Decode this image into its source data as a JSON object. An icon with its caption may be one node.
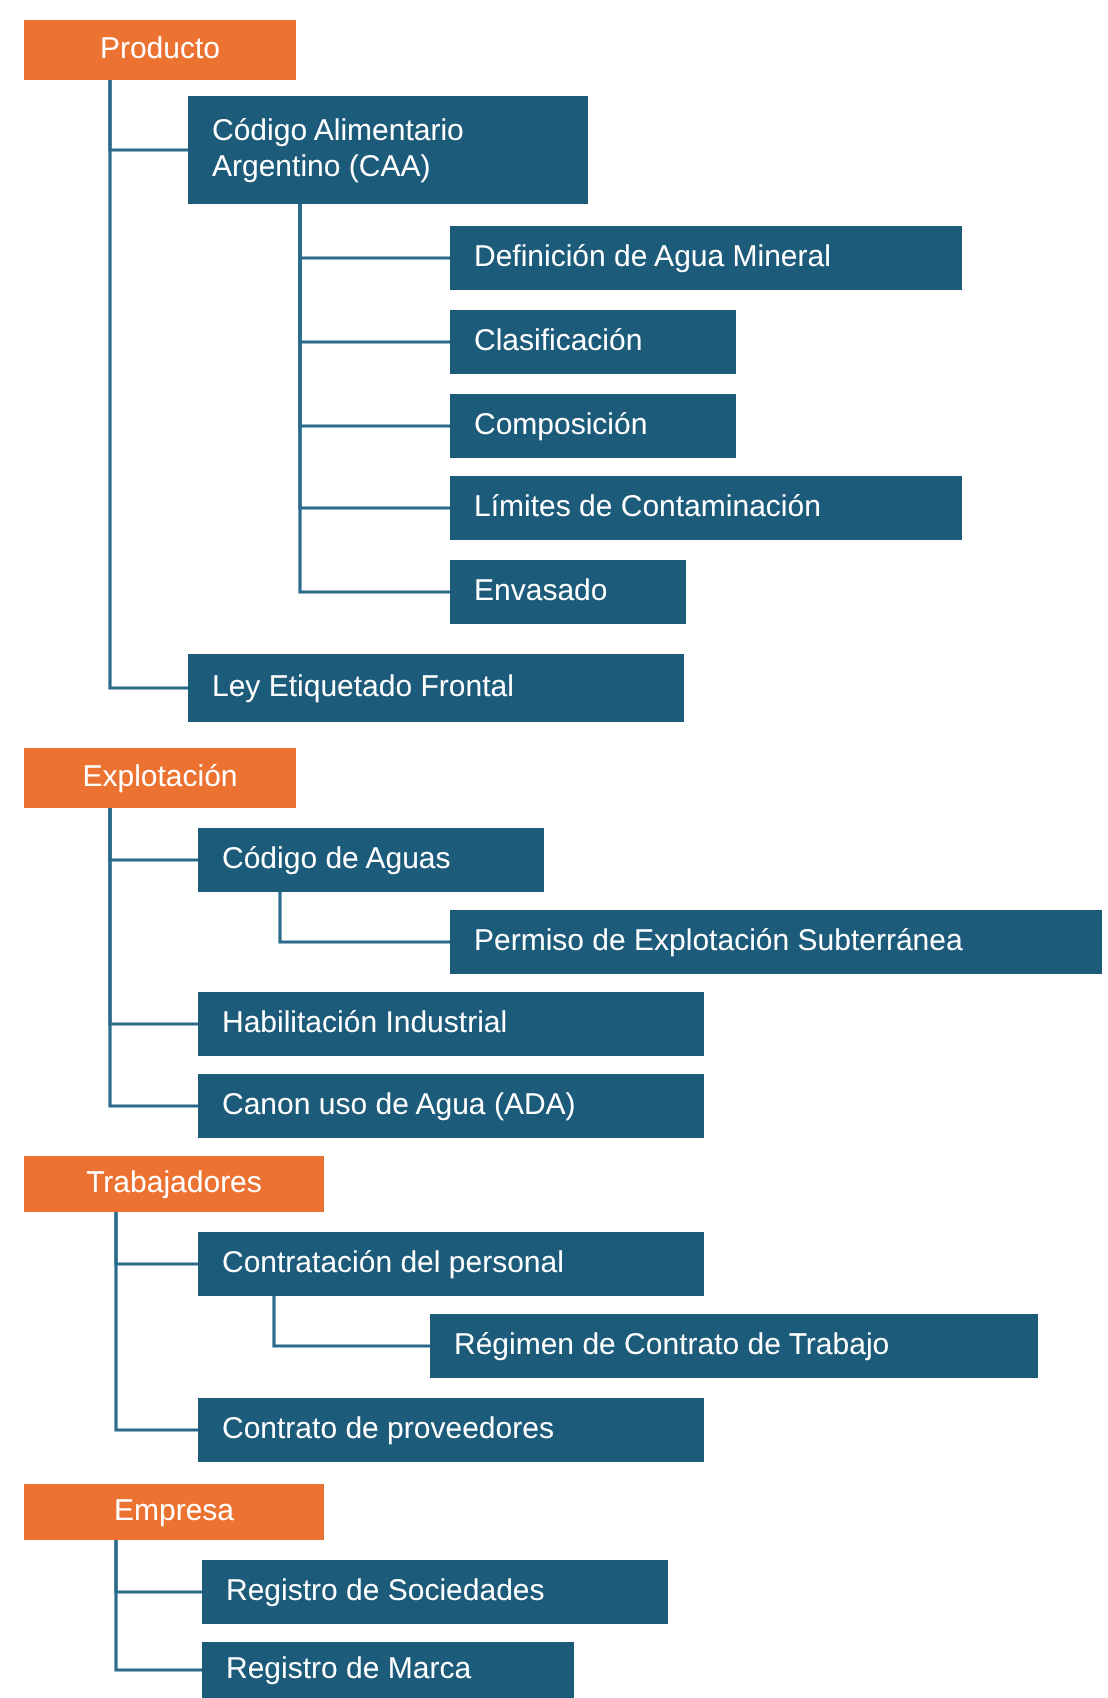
{
  "diagram": {
    "nodes": [
      {
        "text": [
          "Producto"
        ]
      },
      {
        "text": [
          "Código Alimentario Argentino (CAA)"
        ]
      },
      {
        "text": [
          "Definición de Agua Mineral"
        ]
      },
      {
        "text": [
          "Clasificación"
        ]
      },
      {
        "text": [
          "Composición"
        ]
      },
      {
        "text": [
          "Límites de Contaminación"
        ]
      },
      {
        "text": [
          "Envasado"
        ]
      },
      {
        "text": [
          "Ley Etiquetado Frontal"
        ]
      },
      {
        "text": [
          "Explotación"
        ]
      },
      {
        "text": [
          "Código de Aguas"
        ]
      },
      {
        "text": [
          "Permiso de Explotación Subterránea"
        ]
      },
      {
        "text": [
          "Habilitación Industrial"
        ]
      },
      {
        "text": [
          "Canon uso de Agua (ADA)"
        ]
      },
      {
        "text": [
          "Trabajadores"
        ]
      },
      {
        "text": [
          "Contratación del personal"
        ]
      },
      {
        "text": [
          "Régimen de Contrato de Trabajo"
        ]
      },
      {
        "text": [
          "Contrato de proveedores"
        ]
      },
      {
        "text": [
          "Empresa"
        ]
      },
      {
        "text": [
          "Registro de Sociedades"
        ]
      },
      {
        "text": [
          "Registro de Marca"
        ]
      }
    ],
    "edges": [
      {
        "from": 0,
        "to": 1,
        "arrow": "none"
      },
      {
        "from": 0,
        "to": 7,
        "arrow": "none"
      },
      {
        "from": 1,
        "to": 2,
        "arrow": "none"
      },
      {
        "from": 1,
        "to": 3,
        "arrow": "none"
      },
      {
        "from": 1,
        "to": 4,
        "arrow": "none"
      },
      {
        "from": 1,
        "to": 5,
        "arrow": "none"
      },
      {
        "from": 1,
        "to": 6,
        "arrow": "none"
      },
      {
        "from": 8,
        "to": 9,
        "arrow": "none"
      },
      {
        "from": 9,
        "to": 10,
        "arrow": "none"
      },
      {
        "from": 8,
        "to": 11,
        "arrow": "none"
      },
      {
        "from": 8,
        "to": 12,
        "arrow": "none"
      },
      {
        "from": 13,
        "to": 14,
        "arrow": "none"
      },
      {
        "from": 14,
        "to": 15,
        "arrow": "none"
      },
      {
        "from": 13,
        "to": 16,
        "arrow": "none"
      },
      {
        "from": 17,
        "to": 18,
        "arrow": "none"
      },
      {
        "from": 17,
        "to": 19,
        "arrow": "none"
      }
    ]
  }
}
